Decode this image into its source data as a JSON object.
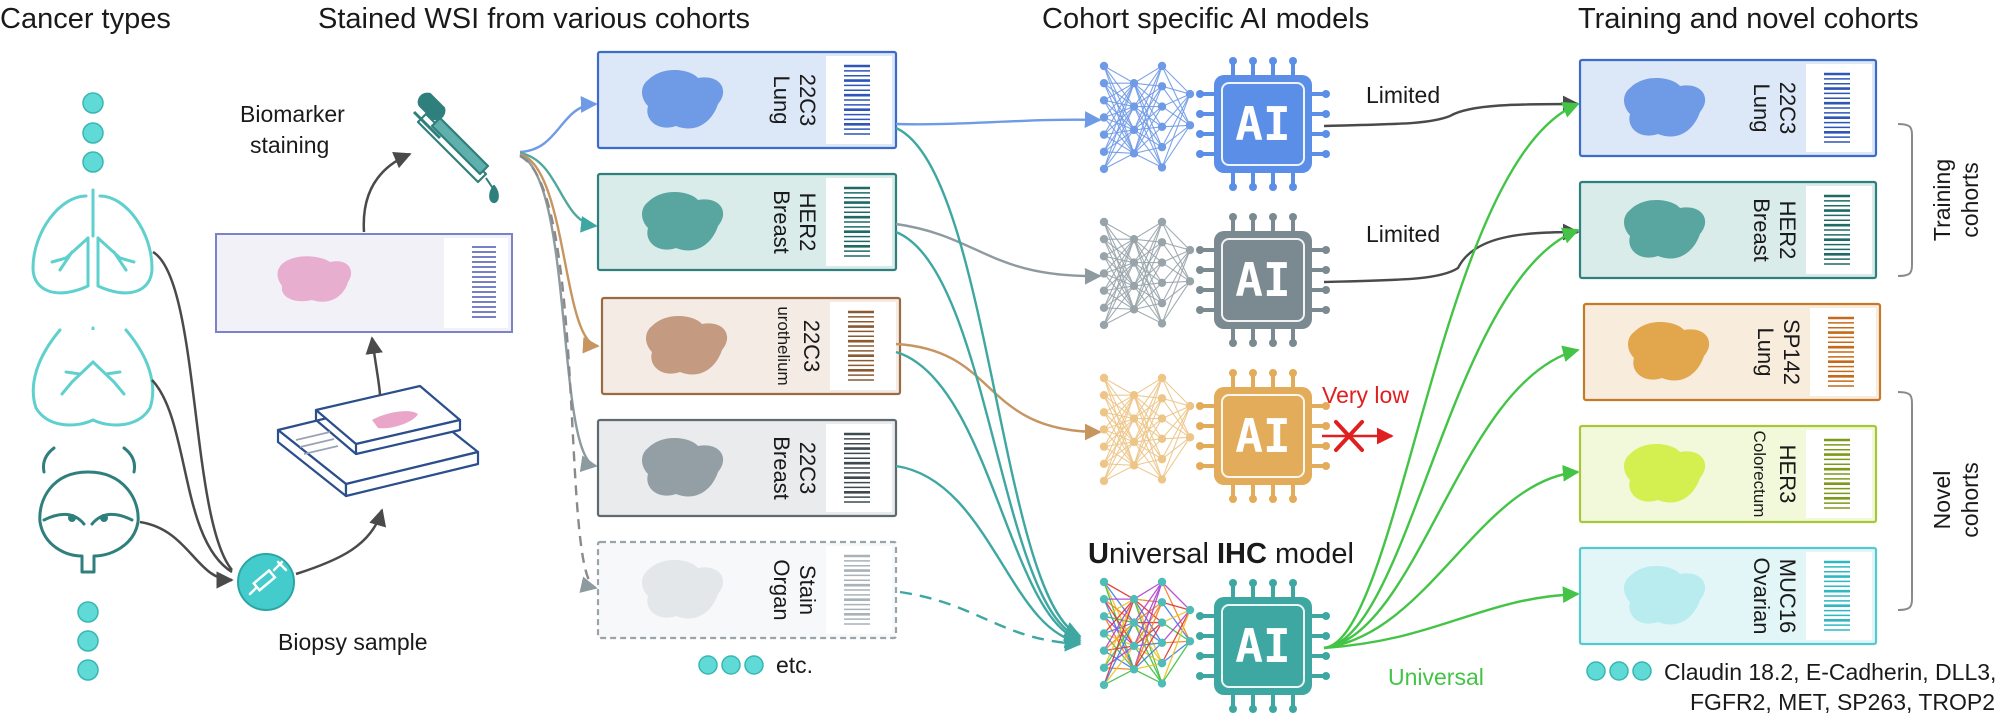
{
  "headers": {
    "cancer_types": "Cancer types",
    "stained_wsi": "Stained WSI from various cohorts",
    "cohort_models": "Cohort specific AI models",
    "training_novel": "Training and novel cohorts"
  },
  "labels": {
    "biomarker_line1": "Biomarker",
    "biomarker_line2": "staining",
    "biopsy": "Biopsy sample",
    "etc": "etc.",
    "universal_u": "U",
    "universal_mid": "niversal ",
    "universal_ihc": "IHC",
    "universal_end": " model",
    "ai": "AI",
    "limited1": "Limited",
    "limited2": "Limited",
    "very_low": "Very low",
    "universal": "Universal",
    "training_line1": "Training",
    "training_line2": "cohorts",
    "novel_line1": "Novel",
    "novel_line2": "cohorts",
    "other_line1": "Claudin 18.2, E-Cadherin, DLL3,",
    "other_line2": "FGFR2, MET, SP263, TROP2"
  },
  "wsi_slides": [
    {
      "stain": "22C3",
      "organ": "Lung"
    },
    {
      "stain": "HER2",
      "organ": "Breast"
    },
    {
      "stain": "22C3",
      "organ": "urothelium"
    },
    {
      "stain": "22C3",
      "organ": "Breast"
    },
    {
      "stain": "Stain",
      "organ": "Organ"
    }
  ],
  "cohort_slides": [
    {
      "stain": "22C3",
      "organ": "Lung"
    },
    {
      "stain": "HER2",
      "organ": "Breast"
    },
    {
      "stain": "SP142",
      "organ": "Lung"
    },
    {
      "stain": "HER3",
      "organ": "Colorectum"
    },
    {
      "stain": "MUC16",
      "organ": "Ovarian"
    }
  ],
  "colors": {
    "blue": "#6f9ae6",
    "teal": "#4fa79d",
    "brown": "#c79a72",
    "gray": "#8d9aa0",
    "orange": "#e2a64d",
    "lime": "#c8e64a",
    "cyan": "#56d2d2",
    "ai_blue": "#5b8ee6",
    "ai_gray": "#7b8a90",
    "ai_orange": "#e2ac5a",
    "ai_teal": "#3fa7a1",
    "green": "#44c447",
    "red": "#e02020"
  },
  "icons": [
    "lung-icon",
    "breast-icon",
    "bladder-icon",
    "dropper-icon",
    "syringe-icon",
    "scanner-icon",
    "neural-net-icon",
    "chip-icon",
    "cross-icon"
  ]
}
